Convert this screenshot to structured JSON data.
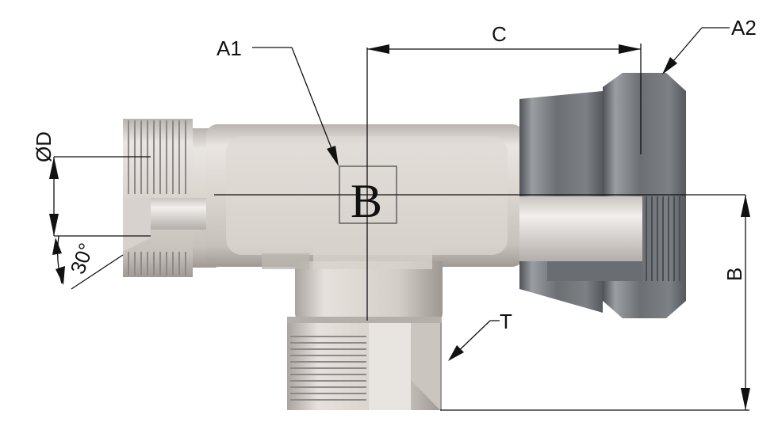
{
  "labels": {
    "a1": "A1",
    "a2": "A2",
    "c": "C",
    "d": "ØD",
    "b_side": "B",
    "t": "T",
    "angle": "30°",
    "center_mark": "B"
  },
  "colors": {
    "body_light": "#e4dfda",
    "body_mid": "#cfc9c3",
    "body_shadow": "#a7a29d",
    "nut_dark": "#5e6166",
    "nut_mid": "#8a8d92",
    "nut_light": "#b7babd",
    "line": "#111111"
  }
}
